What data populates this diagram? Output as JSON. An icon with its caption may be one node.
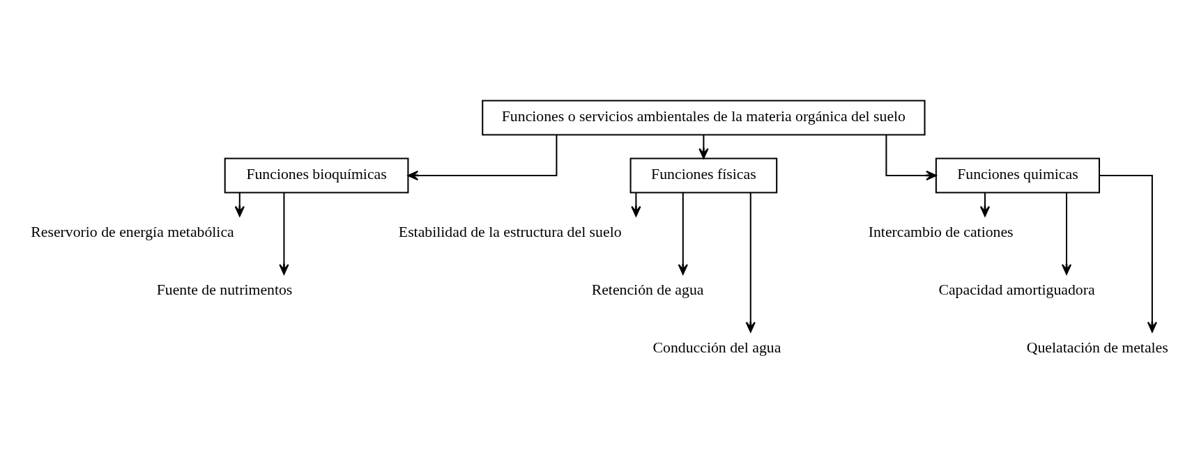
{
  "diagram": {
    "nodes": [
      {
        "text": [
          "Funciones o servicios ambientales de la materia orgánica del suelo"
        ]
      },
      {
        "text": [
          "Funciones bioquímicas"
        ]
      },
      {
        "text": [
          "Funciones físicas"
        ]
      },
      {
        "text": [
          "Funciones quimicas"
        ]
      },
      {
        "text": [
          "Reservorio de energía metabólica"
        ]
      },
      {
        "text": [
          "Fuente de nutrimentos"
        ]
      },
      {
        "text": [
          "Estabilidad de la estructura del suelo"
        ]
      },
      {
        "text": [
          "Retención de agua"
        ]
      },
      {
        "text": [
          "Conducción del agua"
        ]
      },
      {
        "text": [
          "Intercambio de cationes"
        ]
      },
      {
        "text": [
          "Capacidad amortiguadora"
        ]
      },
      {
        "text": [
          "Quelatación de metales"
        ]
      }
    ],
    "edges": [
      {
        "from": 0,
        "to": 1,
        "arrow": "to"
      },
      {
        "from": 0,
        "to": 2,
        "arrow": "to"
      },
      {
        "from": 0,
        "to": 3,
        "arrow": "to"
      },
      {
        "from": 1,
        "to": 4,
        "arrow": "to"
      },
      {
        "from": 1,
        "to": 5,
        "arrow": "to"
      },
      {
        "from": 2,
        "to": 6,
        "arrow": "to"
      },
      {
        "from": 2,
        "to": 7,
        "arrow": "to"
      },
      {
        "from": 2,
        "to": 8,
        "arrow": "to"
      },
      {
        "from": 3,
        "to": 9,
        "arrow": "to"
      },
      {
        "from": 3,
        "to": 10,
        "arrow": "to"
      },
      {
        "from": 3,
        "to": 11,
        "arrow": "to"
      }
    ]
  }
}
